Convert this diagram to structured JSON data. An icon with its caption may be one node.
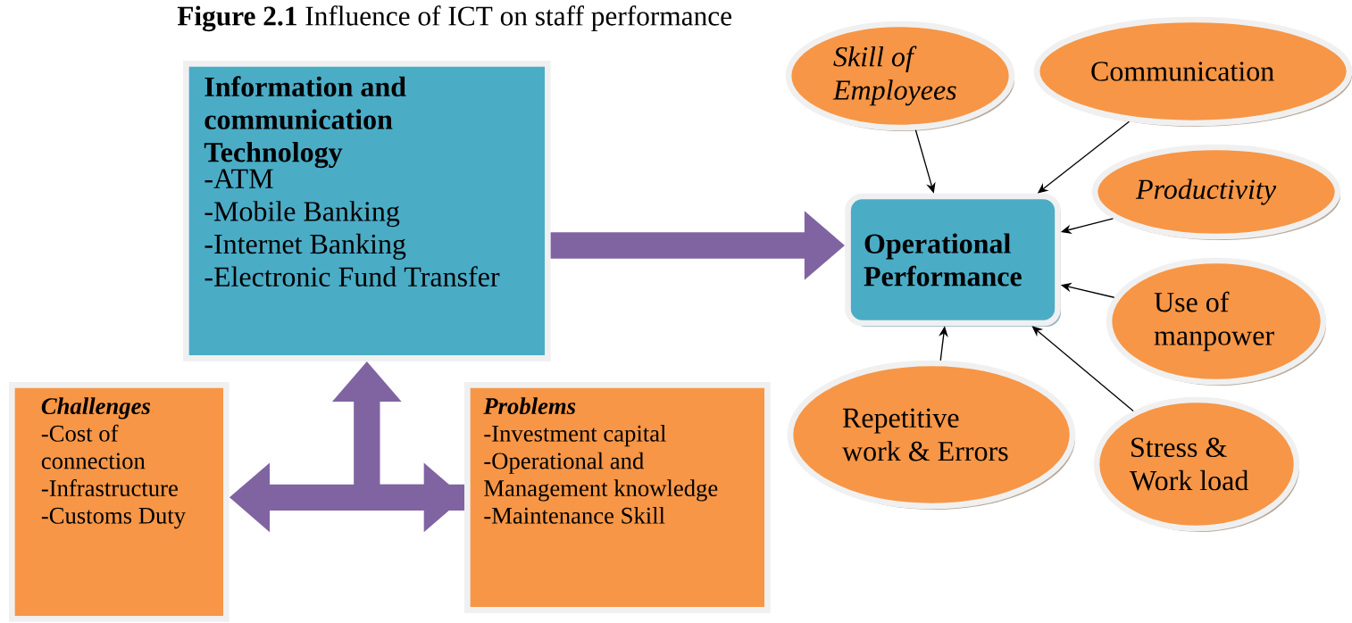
{
  "diagram": {
    "title": "**Figure 2.1** Influence of ICT on staff performance",
    "nodes": [
      {
        "text": [
          "Information and communication Technology",
          "-ATM",
          "-Mobile Banking",
          "-Internet Banking",
          "-Electronic Fund Transfer"
        ]
      },
      {
        "text": [
          "Operational Performance"
        ]
      },
      {
        "text": [
          "Challenges",
          "-Cost of connection",
          "-Infrastructure",
          "-Customs Duty"
        ]
      },
      {
        "text": [
          "Problems",
          "-Investment capital",
          "-Operational and Management knowledge",
          "-Maintenance Skill"
        ]
      },
      {
        "text": [
          "Skill of Employees"
        ]
      },
      {
        "text": [
          "Communication"
        ]
      },
      {
        "text": [
          "Productivity"
        ]
      },
      {
        "text": [
          "Use of manpower"
        ]
      },
      {
        "text": [
          "Repetitive work & Errors"
        ]
      },
      {
        "text": [
          "Stress & Work load"
        ]
      }
    ],
    "edges": [
      {
        "from": 0,
        "to": 1,
        "arrow": "to",
        "style": "thick",
        "color": "#8064a2"
      },
      {
        "from": 2,
        "to": 3,
        "arrow": "both",
        "style": "thick",
        "color": "#8064a2"
      },
      {
        "from": 3,
        "to": 0,
        "arrow": "to",
        "style": "thick",
        "color": "#8064a2"
      },
      {
        "from": 4,
        "to": 1,
        "arrow": "to"
      },
      {
        "from": 5,
        "to": 1,
        "arrow": "to"
      },
      {
        "from": 6,
        "to": 1,
        "arrow": "to"
      },
      {
        "from": 7,
        "to": 1,
        "arrow": "to"
      },
      {
        "from": 8,
        "to": 1,
        "arrow": "to"
      },
      {
        "from": 9,
        "to": 1,
        "arrow": "to"
      }
    ]
  }
}
